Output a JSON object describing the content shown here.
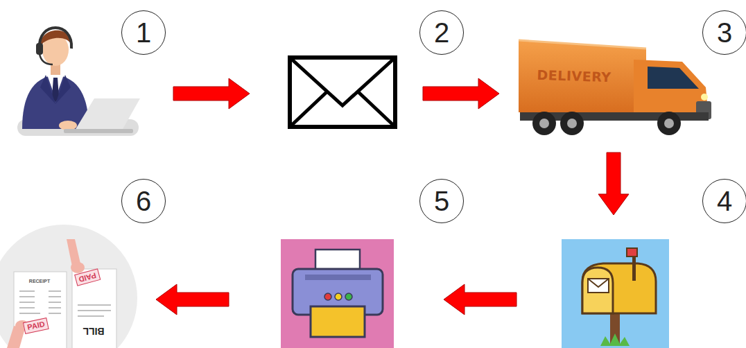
{
  "diagram": {
    "nodes": [
      {
        "text": [
          "1"
        ]
      },
      {
        "text": [
          "2"
        ]
      },
      {
        "text": [
          "3",
          "DELIVERY"
        ]
      },
      {
        "text": [
          "4"
        ]
      },
      {
        "text": [
          "5"
        ]
      },
      {
        "text": [
          "6",
          "RECEIPT",
          "PAID",
          "PAID",
          "BILL"
        ]
      }
    ],
    "edges": [
      {
        "from": 0,
        "to": 1,
        "arrow": "to"
      },
      {
        "from": 1,
        "to": 2,
        "arrow": "to"
      },
      {
        "from": 2,
        "to": 3,
        "arrow": "to"
      },
      {
        "from": 3,
        "to": 4,
        "arrow": "to"
      },
      {
        "from": 4,
        "to": 5,
        "arrow": "to"
      }
    ]
  }
}
